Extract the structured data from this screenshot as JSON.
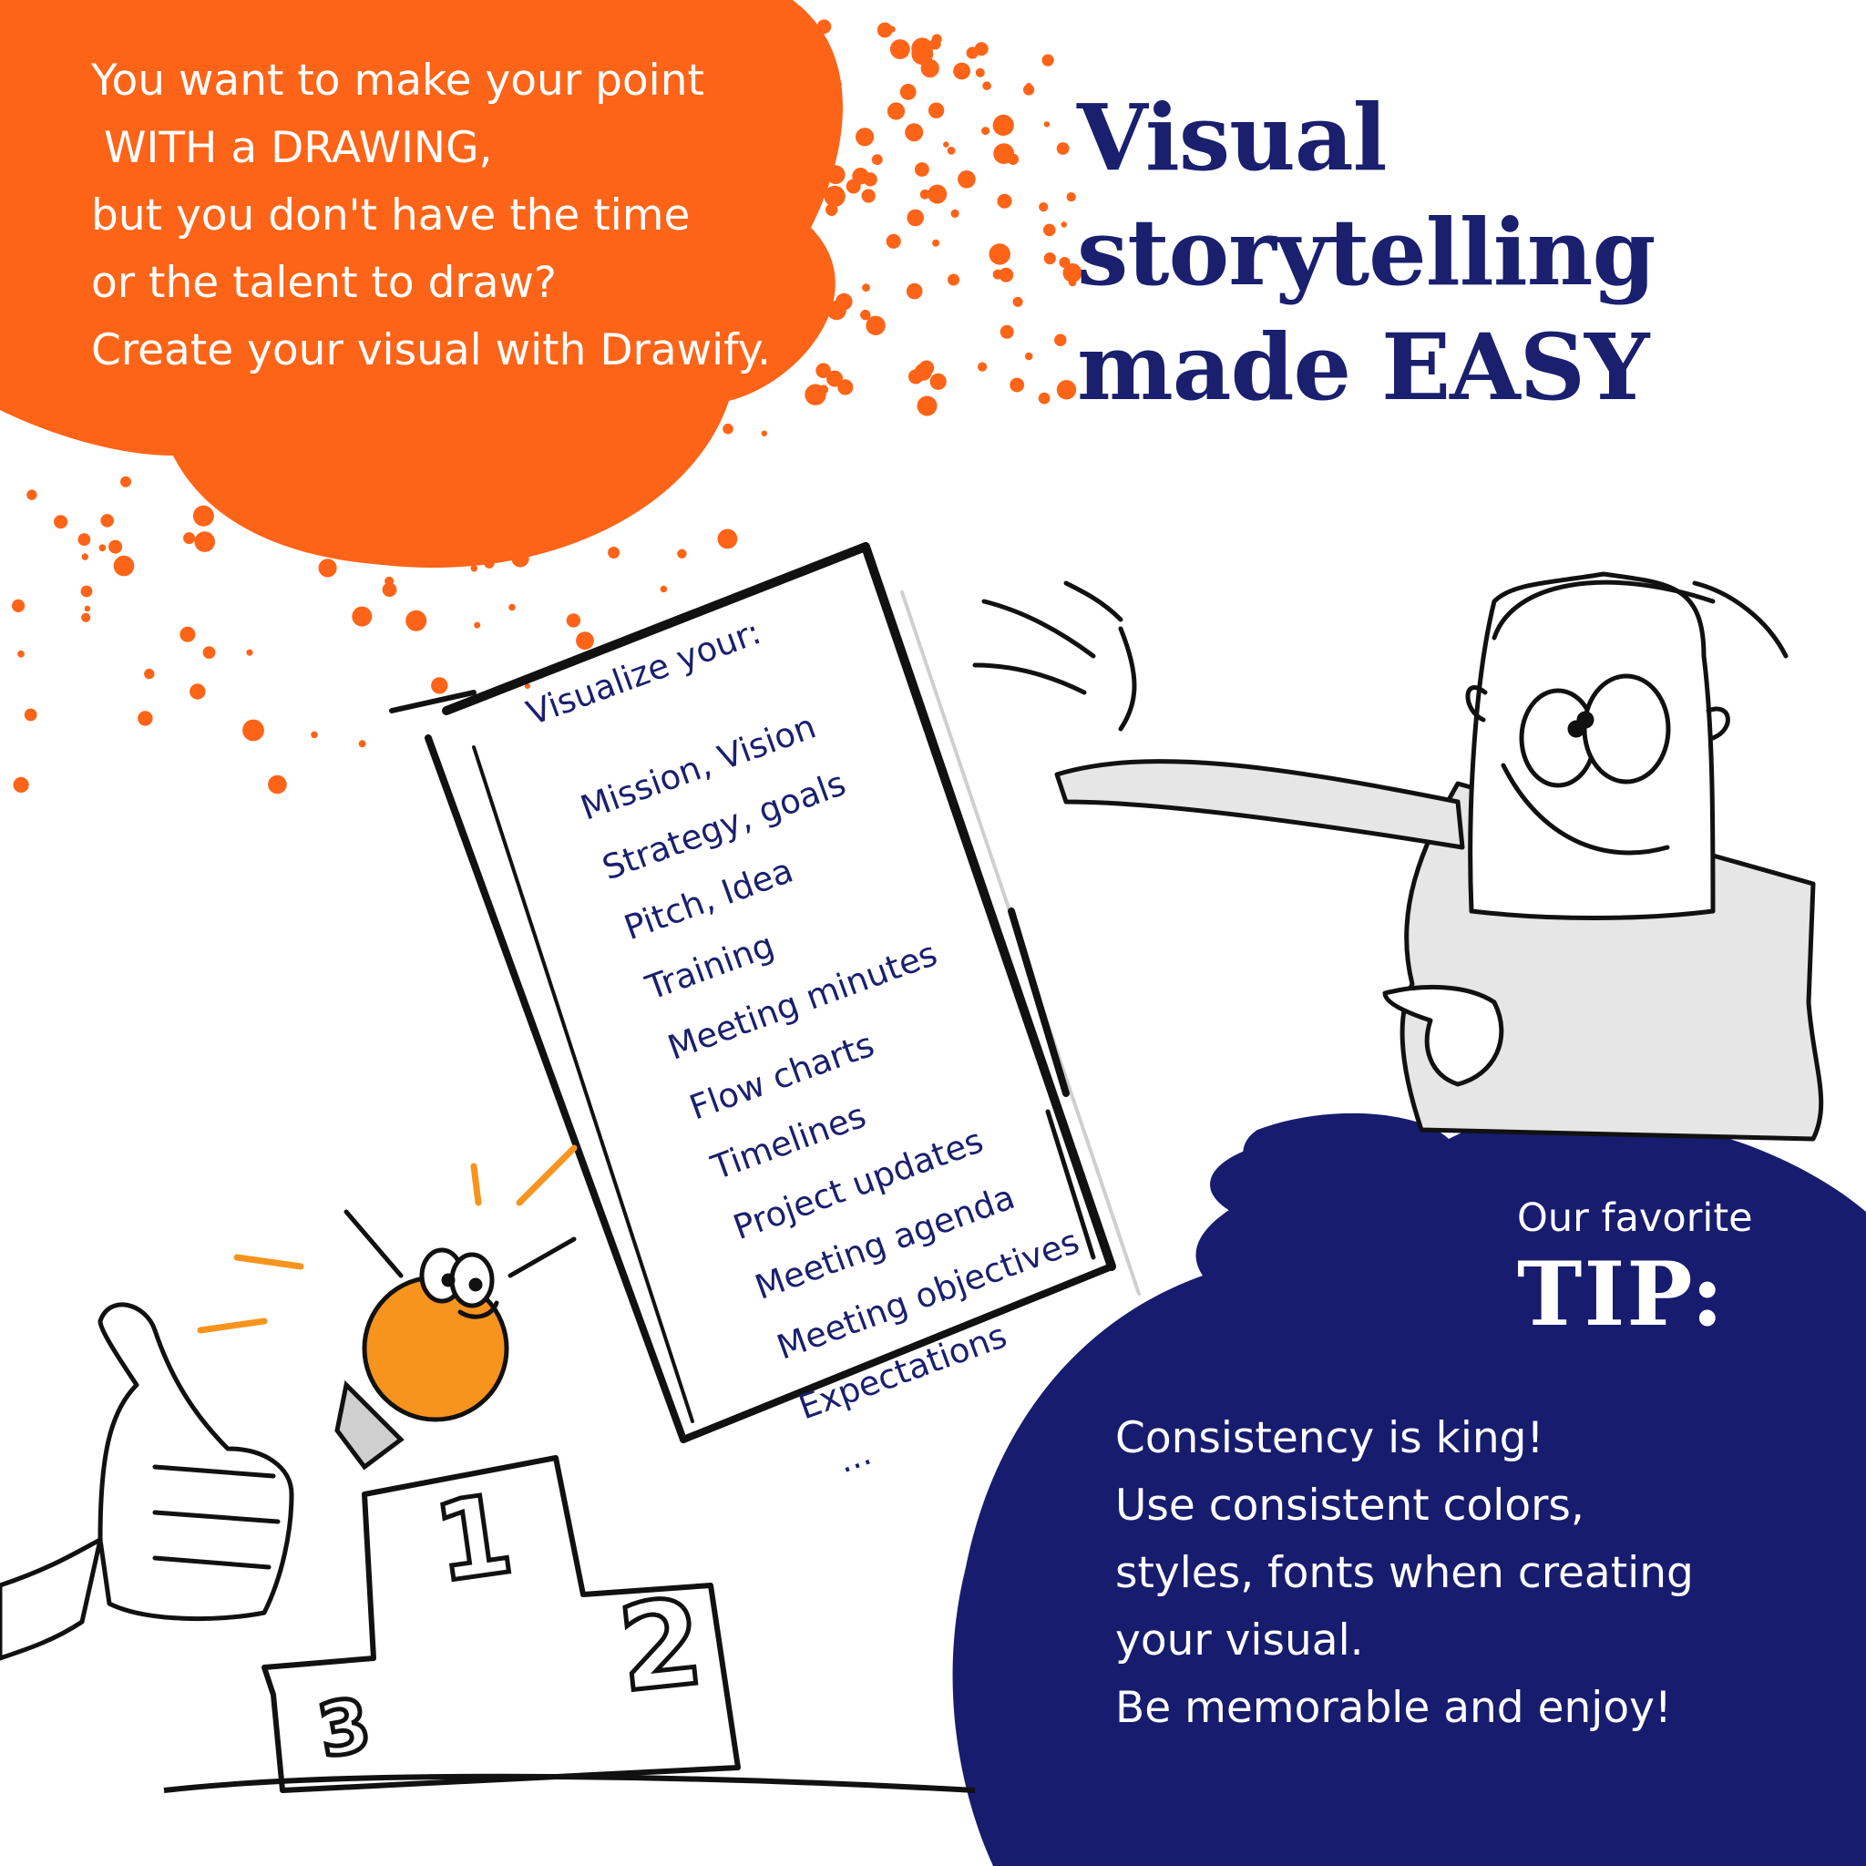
{
  "intro": {
    "lines": [
      "You want to make your point",
      "WITH a DRAWING,",
      "but you don't have the time",
      "or the talent to draw?",
      "Create your visual with Drawify."
    ]
  },
  "headline": {
    "lines": [
      "Visual",
      "storytelling",
      "made EASY"
    ]
  },
  "sheet": {
    "heading": "Visualize your:",
    "items": [
      "Mission, Vision",
      "Strategy, goals",
      "Pitch, Idea",
      "Training",
      "Meeting minutes",
      "Flow charts",
      "Timelines",
      "Project updates",
      "Meeting agenda",
      "Meeting objectives",
      "Expectations",
      "..."
    ]
  },
  "tip": {
    "pre": "Our favorite",
    "word": "TIP:",
    "lines": [
      "Consistency is king!",
      "Use consistent colors,",
      "styles, fonts when creating",
      "your visual.",
      "Be memorable and enjoy!"
    ]
  },
  "podium": {
    "first": "1",
    "second": "2",
    "third": "3"
  },
  "colors": {
    "orange": "#fd6418",
    "navy": "#171c6e",
    "ink": "#111111",
    "grey": "#e6e6e6"
  }
}
